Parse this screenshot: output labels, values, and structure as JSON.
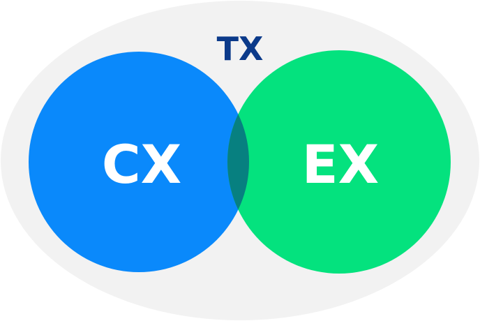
{
  "diagram": {
    "outer": {
      "label": "TX"
    },
    "left": {
      "label": "CX"
    },
    "right": {
      "label": "EX"
    }
  },
  "colors": {
    "outer_fill": "#f2f2f2",
    "outer_label": "#0b3a8a",
    "left_fill": "#0a89fb",
    "right_fill": "#04e27e",
    "overlap_fill": "#078080",
    "circle_label": "#ffffff"
  }
}
